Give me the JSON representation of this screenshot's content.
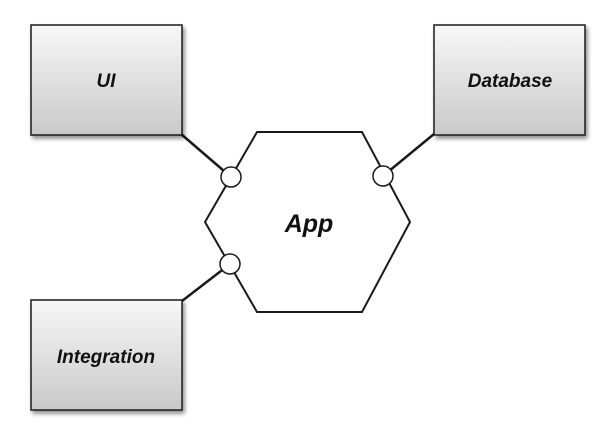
{
  "diagram": {
    "hexagon": {
      "label": "App"
    },
    "boxes": {
      "ui": {
        "label": "UI"
      },
      "database": {
        "label": "Database"
      },
      "integration": {
        "label": "Integration"
      }
    },
    "colors": {
      "box_gradient_top": "#f7f7f7",
      "box_gradient_bottom": "#c9c9c9",
      "stroke": "#1a1a1a",
      "shadow": "#9a9a9a",
      "port_fill": "#ffffff"
    }
  }
}
